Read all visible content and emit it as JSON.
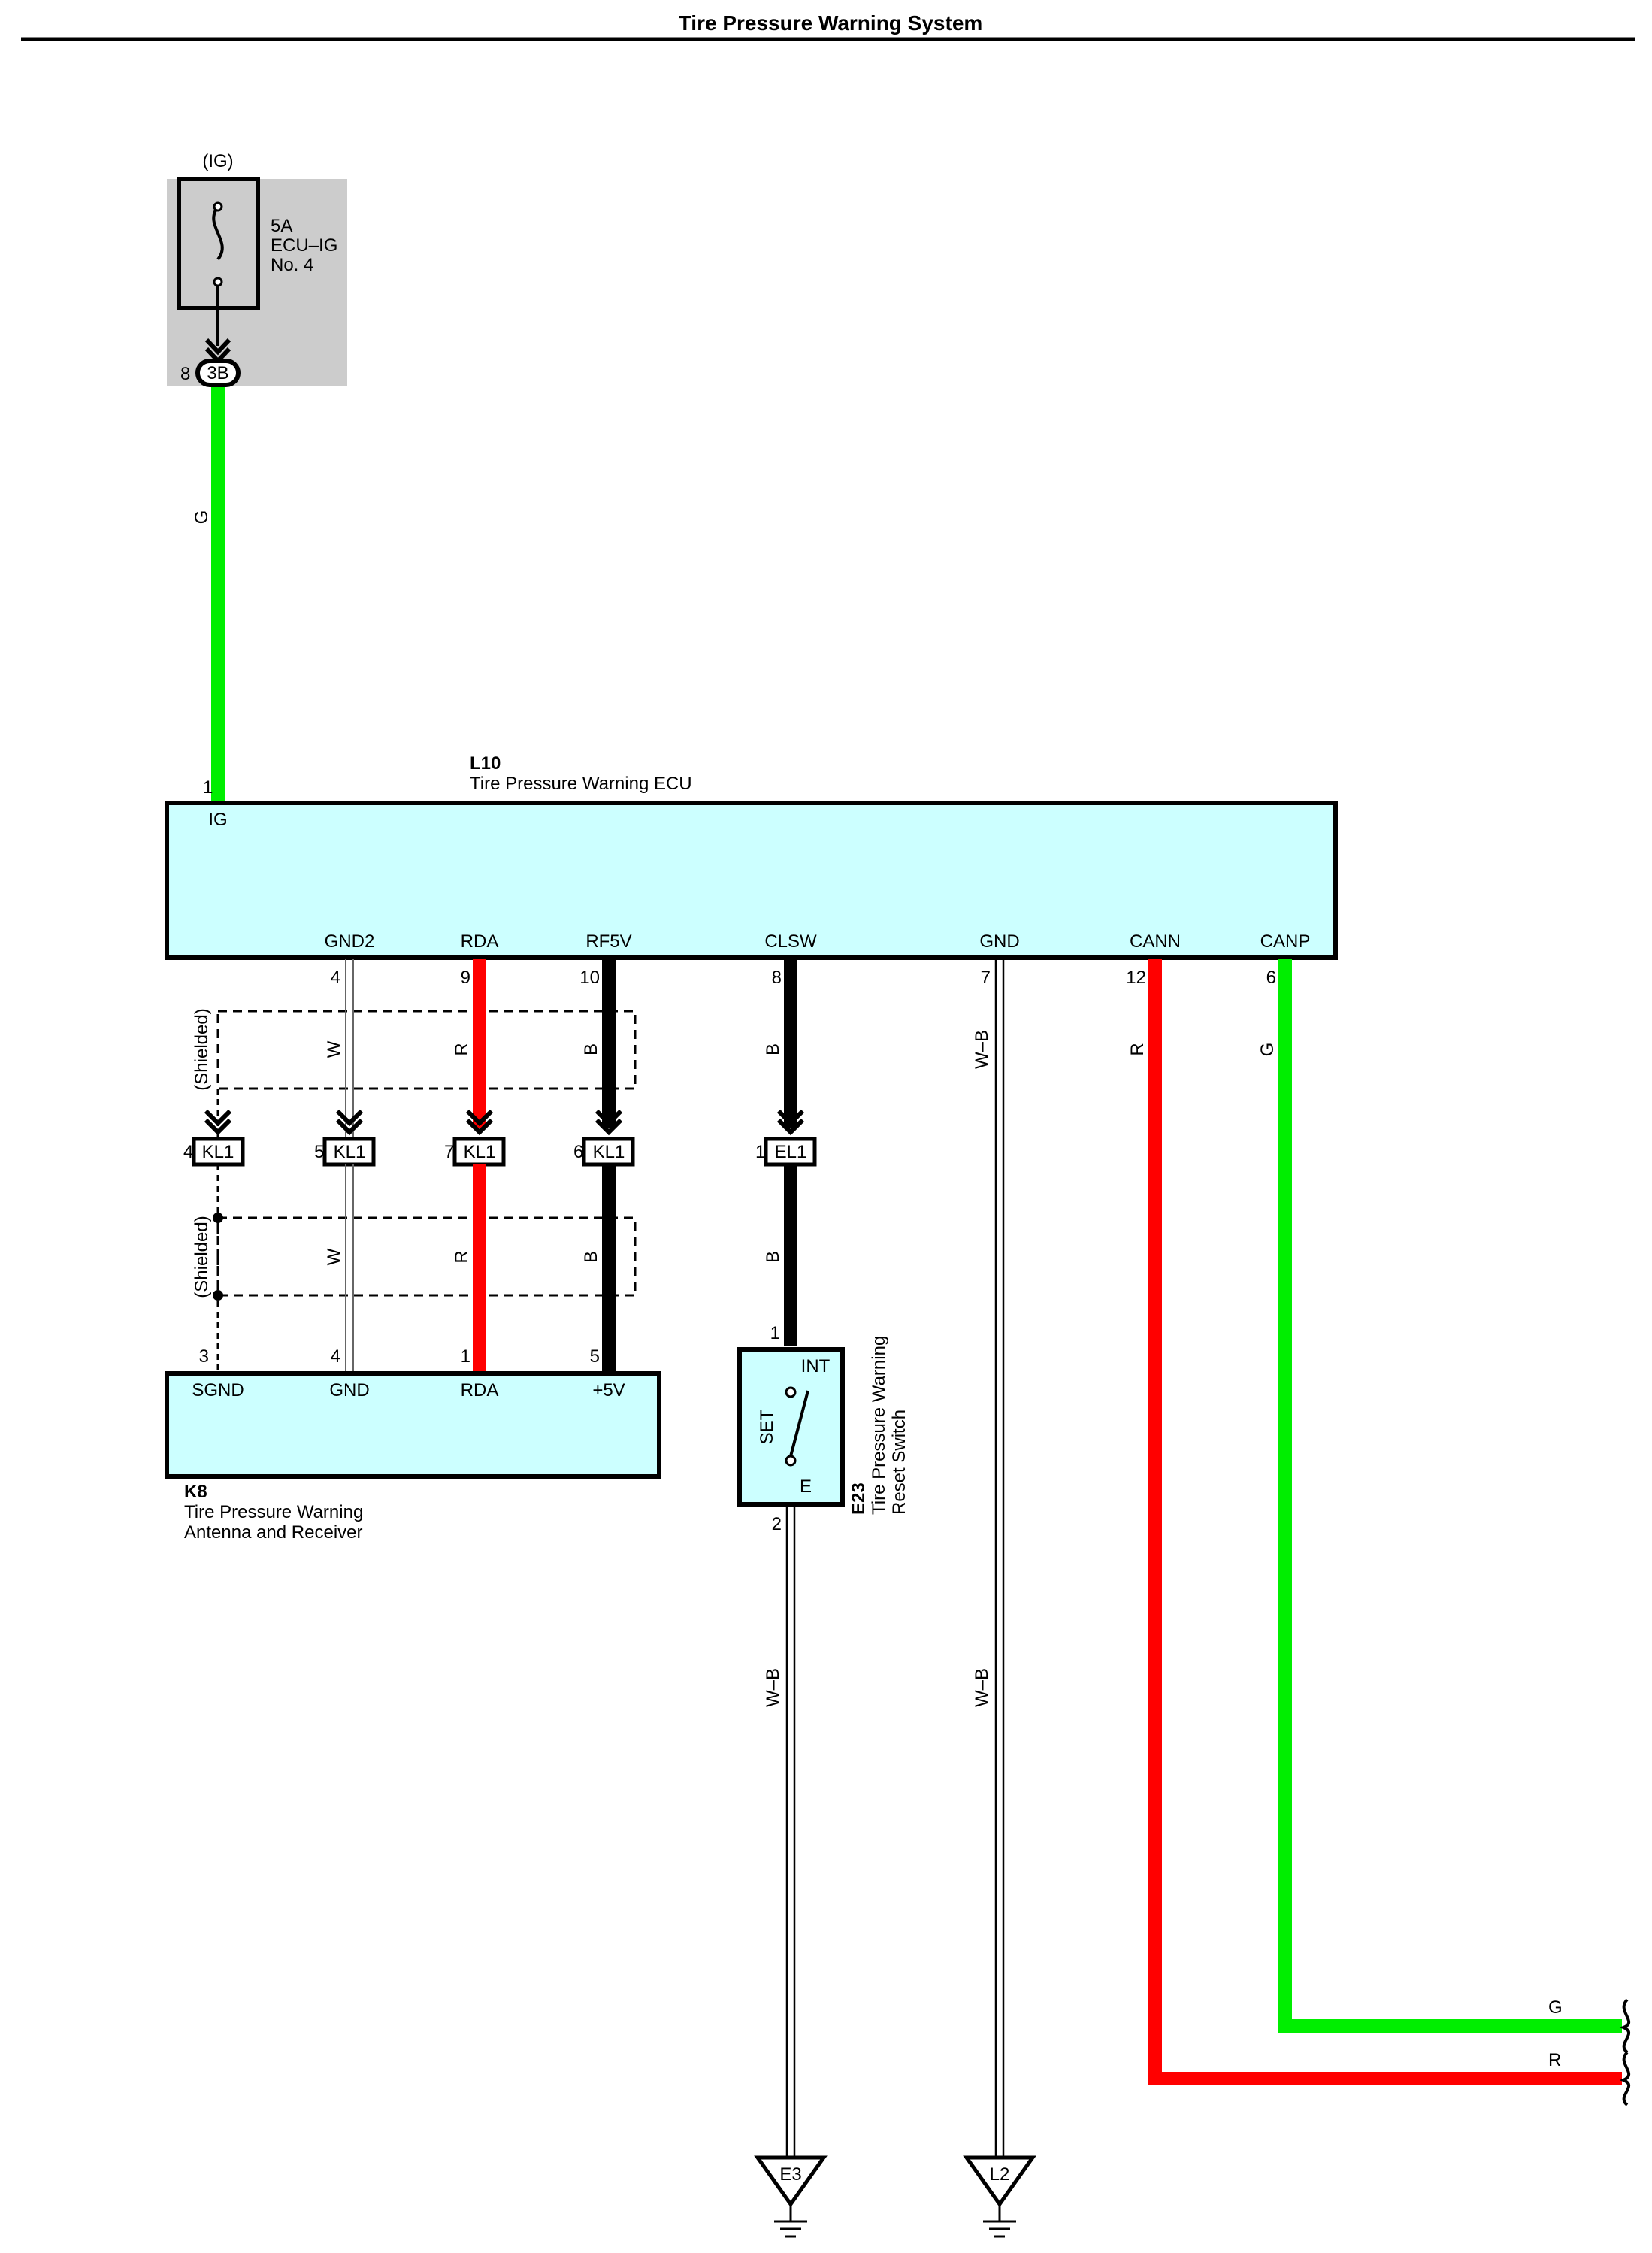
{
  "title": "Tire Pressure Warning System",
  "fuse": {
    "source": "(IG)",
    "rating": "5A",
    "name": "ECU–IG",
    "number": "No. 4",
    "pin": "8",
    "connector": "3B"
  },
  "ecu": {
    "code": "L10",
    "name": "Tire Pressure Warning ECU",
    "ig_pin": "1",
    "ig_label": "IG",
    "pins": [
      {
        "label": "GND2",
        "num": "4"
      },
      {
        "label": "RDA",
        "num": "9"
      },
      {
        "label": "RF5V",
        "num": "10"
      },
      {
        "label": "CLSW",
        "num": "8"
      },
      {
        "label": "GND",
        "num": "7"
      },
      {
        "label": "CANN",
        "num": "12"
      },
      {
        "label": "CANP",
        "num": "6"
      }
    ]
  },
  "shield_label": "(Shielded)",
  "wire_colors": {
    "g": "G",
    "w": "W",
    "r": "R",
    "b": "B",
    "wb": "W–B"
  },
  "connectors": [
    {
      "pin": "4",
      "name": "KL1"
    },
    {
      "pin": "5",
      "name": "KL1"
    },
    {
      "pin": "7",
      "name": "KL1"
    },
    {
      "pin": "6",
      "name": "KL1"
    },
    {
      "pin": "1",
      "name": "EL1"
    }
  ],
  "receiver": {
    "code": "K8",
    "name_line1": "Tire Pressure Warning",
    "name_line2": "Antenna and Receiver",
    "pins": [
      {
        "label": "SGND",
        "num": "3"
      },
      {
        "label": "GND",
        "num": "4"
      },
      {
        "label": "RDA",
        "num": "1"
      },
      {
        "label": "+5V",
        "num": "5"
      }
    ]
  },
  "switch": {
    "code": "E23",
    "name_line1": "Tire Pressure Warning",
    "name_line2": "Reset Switch",
    "pin_top": "1",
    "pin_bottom": "2",
    "int": "INT",
    "set": "SET",
    "e": "E"
  },
  "grounds": [
    "E3",
    "L2"
  ],
  "colors": {
    "green": "#00ee00",
    "red": "#ff0000",
    "black": "#000000",
    "cyan": "#ccffff",
    "gray": "#cccccc"
  }
}
